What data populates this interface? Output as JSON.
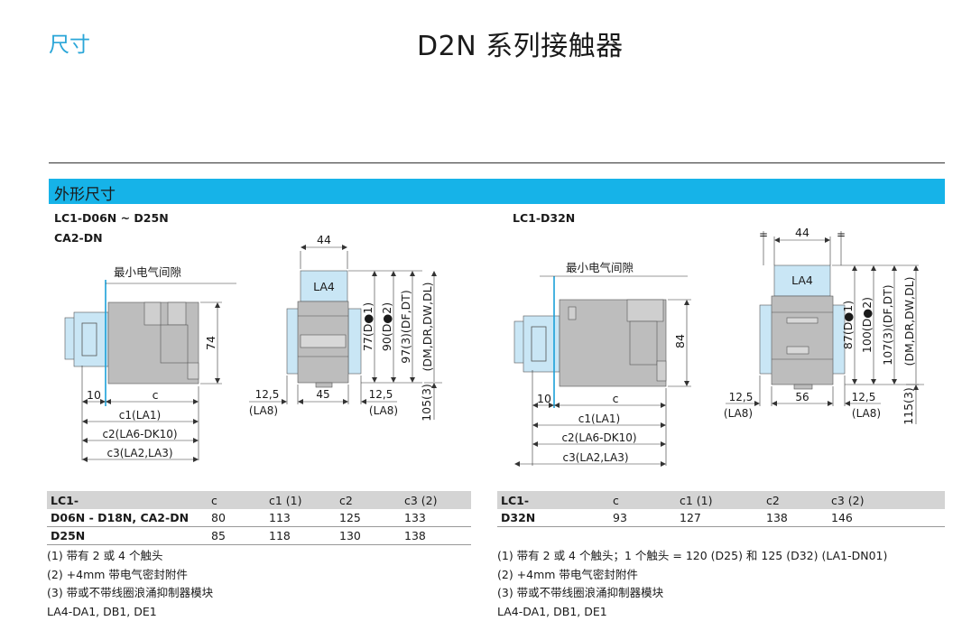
{
  "header": {
    "section_tag": "尺寸",
    "title": "D2N 系列接触器"
  },
  "band": {
    "label": "外形尺寸"
  },
  "left": {
    "model_line1": "LC1-D06N ~ D25N",
    "model_line2": "CA2-DN",
    "drawing": {
      "gap_label": "最小电气间隙",
      "height": "74",
      "dim_10": "10",
      "dim_c": "c",
      "c1": "c1(LA1)",
      "c2": "c2(LA6-DK10)",
      "c3": "c3(LA2,LA3)",
      "top_width": "44",
      "module": "LA4",
      "h1": "77(D●1)",
      "h2": "90(D●2)",
      "h3": "97(3)(DF,DT)",
      "h4": "(DM,DR,DW,DL)",
      "side_left": "12,5",
      "side_left_sub": "(LA8)",
      "bottom_width": "45",
      "side_right": "12,5",
      "side_right_sub": "(LA8)",
      "h5": "105(3)"
    },
    "table": {
      "headers": [
        "LC1-",
        "c",
        "c1 (1)",
        "c2",
        "c3 (2)"
      ],
      "rows": [
        [
          "D06N - D18N, CA2-DN",
          "80",
          "113",
          "125",
          "133"
        ],
        [
          "D25N",
          "85",
          "118",
          "130",
          "138"
        ]
      ]
    },
    "notes": [
      "(1)  带有 2 或 4 个触头",
      "(2)  +4mm 带电气密封附件",
      "(3)  带或不带线圈浪涌抑制器模块",
      "LA4-DA1, DB1, DE1"
    ]
  },
  "right": {
    "model_line1": "LC1-D32N",
    "drawing": {
      "gap_label": "最小电气间隙",
      "height": "84",
      "dim_10": "10",
      "dim_c": "c",
      "c1": "c1(LA1)",
      "c2": "c2(LA6-DK10)",
      "c3": "c3(LA2,LA3)",
      "top_width": "44",
      "eq_left": "=",
      "eq_right": "=",
      "module": "LA4",
      "h1": "87(D●1)",
      "h2": "100(D●2)",
      "h3": "107(3)(DF,DT)",
      "h4": "(DM,DR,DW,DL)",
      "side_left": "12,5",
      "side_left_sub": "(LA8)",
      "bottom_width": "56",
      "side_right": "12,5",
      "side_right_sub": "(LA8)",
      "h5": "115(3)"
    },
    "table": {
      "headers": [
        "LC1-",
        "c",
        "c1 (1)",
        "c2",
        "c3 (2)"
      ],
      "rows": [
        [
          "D32N",
          "93",
          "127",
          "138",
          "146"
        ]
      ]
    },
    "notes": [
      "(1)  带有 2 或 4 个触头；1 个触头 = 120 (D25) 和 125 (D32) (LA1-DN01)",
      "(2)  +4mm 带电气密封附件",
      "(3)  带或不带线圈浪涌抑制器模块",
      "LA4-DA1, DB1, DE1"
    ]
  },
  "colors": {
    "accent": "#16b3e8",
    "module_fill": "#c9e6f5",
    "body_fill": "#bdbdbd",
    "line_blue": "#1aa0d8"
  }
}
